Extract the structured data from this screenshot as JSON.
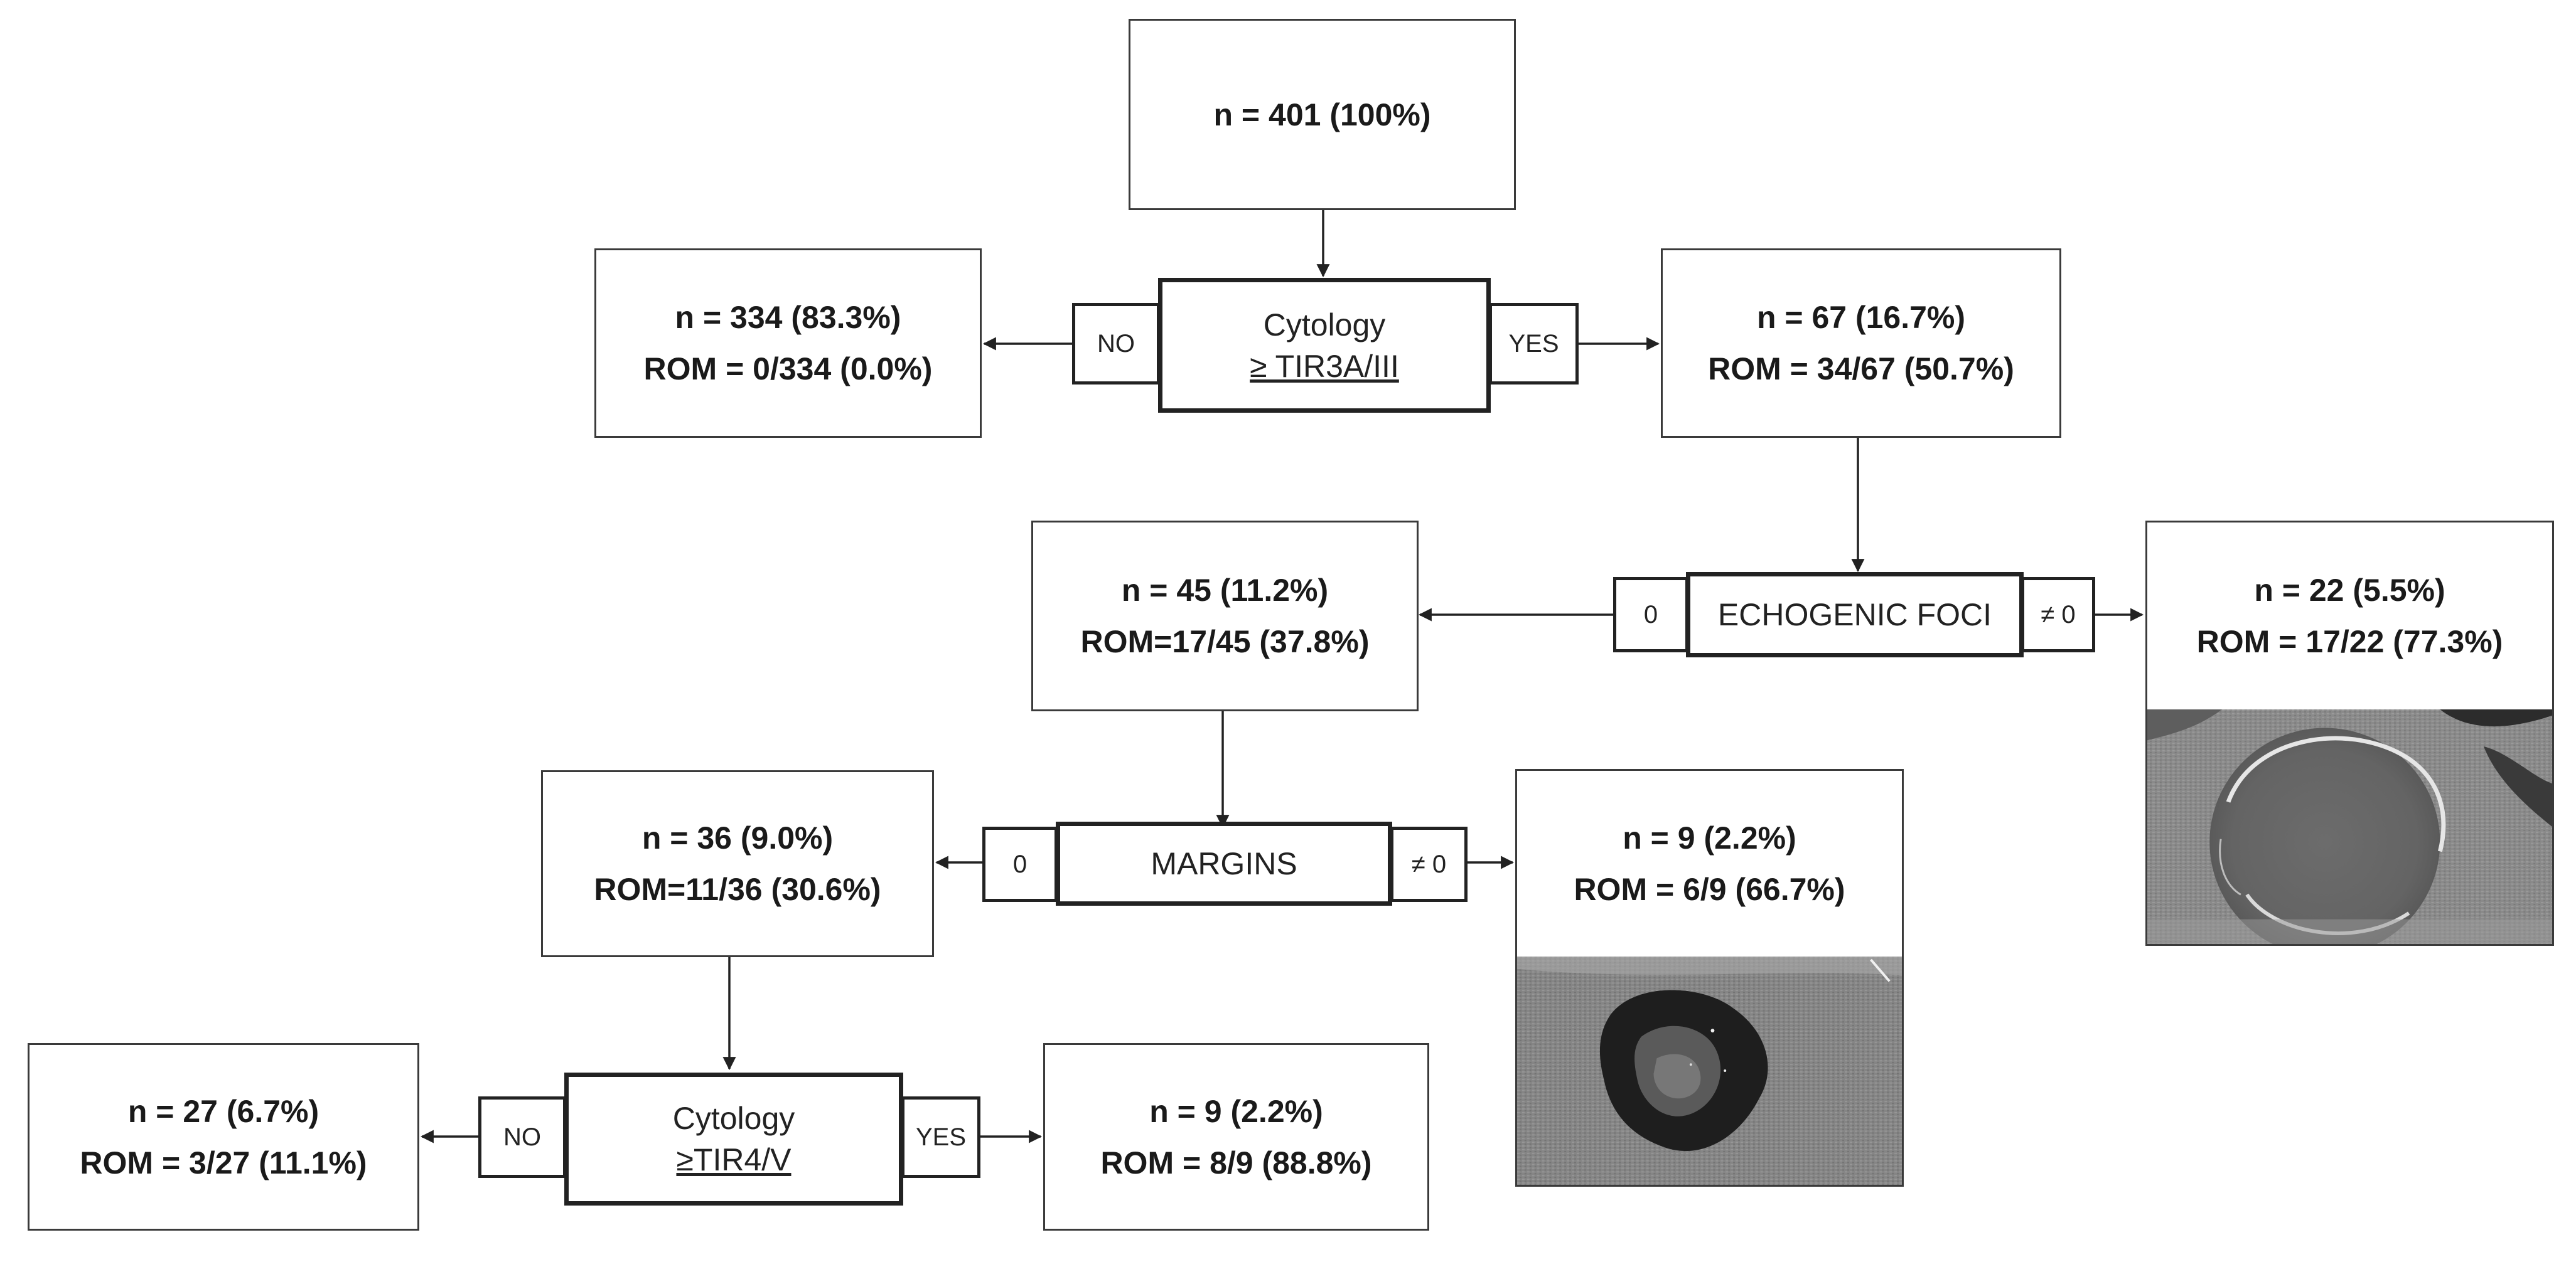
{
  "nodes": {
    "root": {
      "n": "n = 401 (100%)"
    },
    "cyto1_no": {
      "n": "n = 334 (83.3%)",
      "rom": "ROM = 0/334 (0.0%)"
    },
    "cyto1_yes": {
      "n": "n = 67 (16.7%)",
      "rom": "ROM = 34/67 (50.7%)"
    },
    "foci_zero": {
      "n": "n = 45 (11.2%)",
      "rom": "ROM=17/45 (37.8%)"
    },
    "foci_nonzero": {
      "n": "n = 22 (5.5%)",
      "rom": "ROM = 17/22 (77.3%)"
    },
    "margins_zero": {
      "n": "n = 36 (9.0%)",
      "rom": "ROM=11/36 (30.6%)"
    },
    "margins_nonzero": {
      "n": "n = 9 (2.2%)",
      "rom": "ROM = 6/9 (66.7%)"
    },
    "cyto2_no": {
      "n": "n = 27 (6.7%)",
      "rom": "ROM = 3/27 (11.1%)"
    },
    "cyto2_yes": {
      "n": "n = 9 (2.2%)",
      "rom": "ROM = 8/9 (88.8%)"
    }
  },
  "decisions": {
    "cytology_1": {
      "line1": "Cytology",
      "line2": "≥ TIR3A/III",
      "left": "NO",
      "right": "YES"
    },
    "echogenic_foci": {
      "label": "ECHOGENIC FOCI",
      "left": "0",
      "right": "≠ 0"
    },
    "margins": {
      "label": "MARGINS",
      "left": "0",
      "right": "≠ 0"
    },
    "cytology_2": {
      "line1": "Cytology",
      "line2": "≥TIR4/V",
      "left": "NO",
      "right": "YES"
    }
  },
  "colors": {
    "line": "#222222",
    "box_border": "#3a3a3a",
    "background": "#ffffff"
  }
}
